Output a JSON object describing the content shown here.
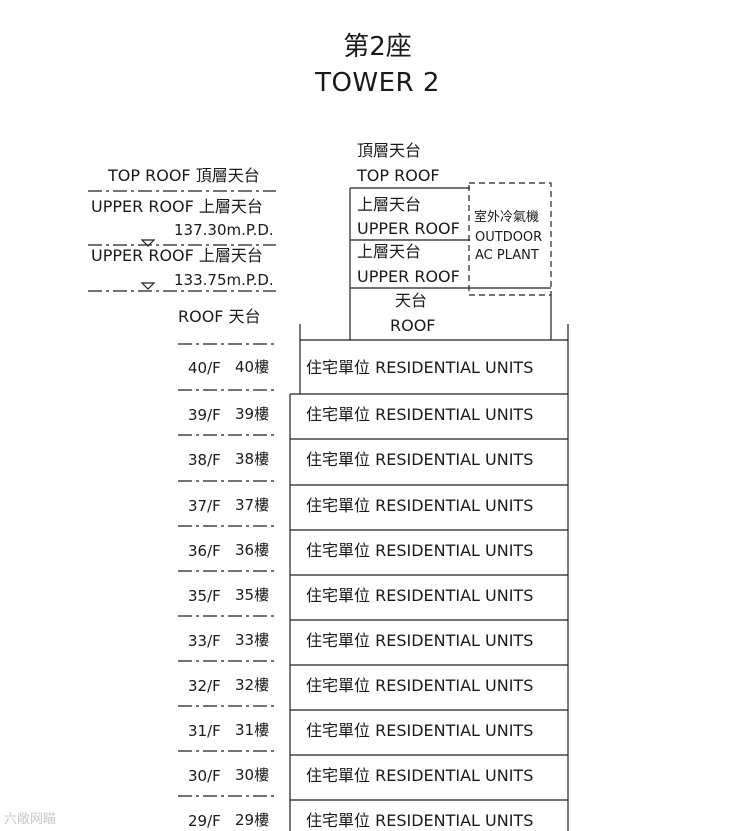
{
  "title": {
    "cn": "第2座",
    "en": "TOWER 2"
  },
  "levels": {
    "top_roof": "TOP ROOF  頂層天台",
    "upper_roof_1": "UPPER ROOF 上層天台",
    "upper_roof_1_level": "137.30m.P.D.",
    "upper_roof_2": "UPPER ROOF 上層天台",
    "upper_roof_2_level": "133.75m.P.D.",
    "roof": "ROOF  天台"
  },
  "section": {
    "top_roof_cn": "頂層天台",
    "top_roof_en": "TOP ROOF",
    "upper_roof_1_cn": "上層天台",
    "upper_roof_1_en": "UPPER ROOF",
    "upper_roof_2_cn": "上層天台",
    "upper_roof_2_en": "UPPER ROOF",
    "roof_cn": "天台",
    "roof_en": "ROOF",
    "ac_plant_cn": "室外冷氣機",
    "ac_plant_en_1": "OUTDOOR",
    "ac_plant_en_2": "AC PLANT"
  },
  "floors": [
    {
      "en": "40/F",
      "cn": "40樓",
      "unit": "住宅單位  RESIDENTIAL UNITS"
    },
    {
      "en": "39/F",
      "cn": "39樓",
      "unit": "住宅單位  RESIDENTIAL UNITS"
    },
    {
      "en": "38/F",
      "cn": "38樓",
      "unit": "住宅單位  RESIDENTIAL UNITS"
    },
    {
      "en": "37/F",
      "cn": "37樓",
      "unit": "住宅單位  RESIDENTIAL UNITS"
    },
    {
      "en": "36/F",
      "cn": "36樓",
      "unit": "住宅單位  RESIDENTIAL UNITS"
    },
    {
      "en": "35/F",
      "cn": "35樓",
      "unit": "住宅單位  RESIDENTIAL UNITS"
    },
    {
      "en": "33/F",
      "cn": "33樓",
      "unit": "住宅單位  RESIDENTIAL UNITS"
    },
    {
      "en": "32/F",
      "cn": "32樓",
      "unit": "住宅單位  RESIDENTIAL UNITS"
    },
    {
      "en": "31/F",
      "cn": "31樓",
      "unit": "住宅單位  RESIDENTIAL UNITS"
    },
    {
      "en": "30/F",
      "cn": "30樓",
      "unit": "住宅單位  RESIDENTIAL UNITS"
    },
    {
      "en": "29/F",
      "cn": "29樓",
      "unit": "住宅單位  RESIDENTIAL UNITS"
    }
  ],
  "watermark": "六敞网瞄"
}
